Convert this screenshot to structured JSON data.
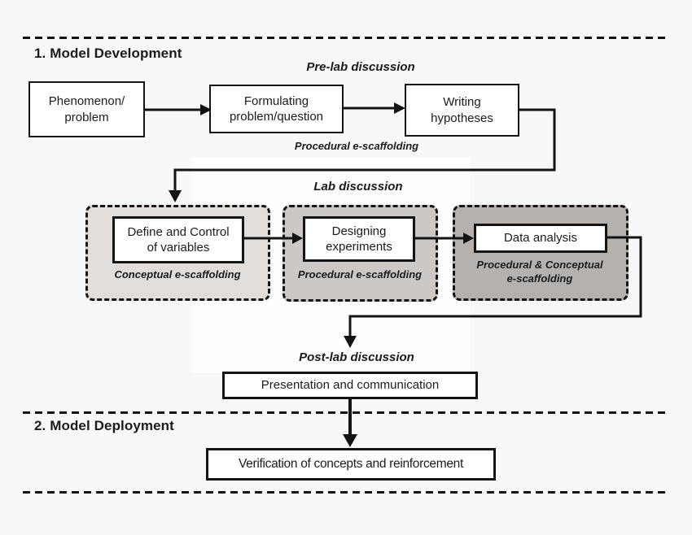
{
  "colors": {
    "background": "#f6f8fa",
    "panel": "#fdfdfd",
    "group1_fill": "#e1ddda",
    "group2_fill": "#ccc8c5",
    "group3_fill": "#b5b1ae",
    "line": "#131313"
  },
  "sections": {
    "development": "1. Model Development",
    "deployment": "2. Model Deployment"
  },
  "phase_labels": {
    "pre_lab": "Pre-lab discussion",
    "lab": "Lab discussion",
    "post_lab": "Post-lab discussion"
  },
  "nodes": {
    "phenomenon": "Phenomenon/\nproblem",
    "formulating": "Formulating\nproblem/question",
    "writing": "Writing\nhypotheses",
    "define": "Define and Control\nof variables",
    "designing": "Designing\nexperiments",
    "data_analysis": "Data analysis",
    "presentation": "Presentation and communication",
    "verification": "Verification of concepts and reinforcement"
  },
  "scaffolding_labels": {
    "procedural_prelab": "Procedural e-scaffolding",
    "conceptual": "Conceptual e-scaffolding",
    "procedural_lab": "Procedural e-scaffolding",
    "procedural_conceptual": "Procedural & Conceptual\ne-scaffolding"
  }
}
